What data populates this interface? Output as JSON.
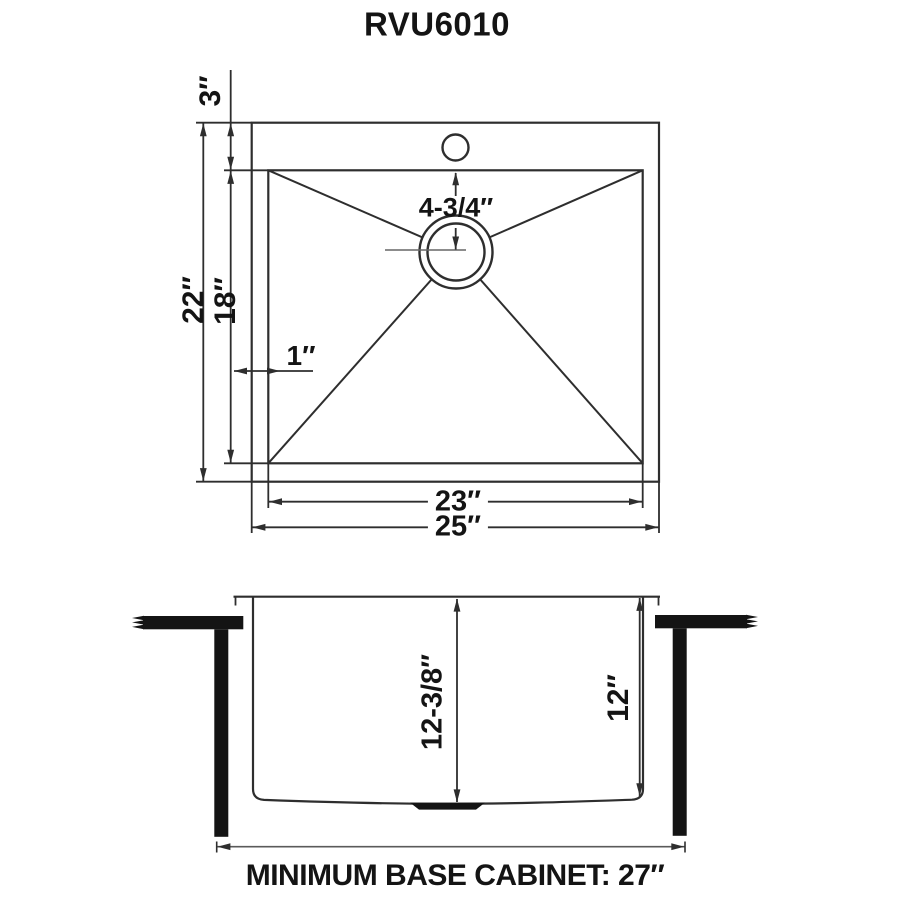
{
  "title": "RVU6010",
  "top_view": {
    "name": "sink top view",
    "dims": {
      "rim_top": "3″",
      "overall_height": "22″",
      "bowl_height": "18″",
      "rim_left": "1″",
      "drain_from_back": "4-3/4″",
      "bowl_width": "23″",
      "overall_width": "25″"
    }
  },
  "side_view": {
    "name": "sink cross section",
    "dims": {
      "bowl_depth": "12-3/8″",
      "right_depth": "12″"
    }
  },
  "footer_note": "MINIMUM BASE CABINET: 27″",
  "colors": {
    "line": "#2e2e2e",
    "solid_fill": "#141414",
    "light_line": "#5a5a5a",
    "background": "#ffffff",
    "text": "#141414"
  }
}
